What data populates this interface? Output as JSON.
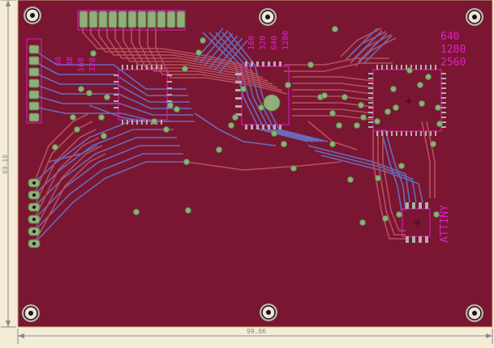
{
  "colors": {
    "background": "#f4ecd6",
    "board": "#7a1532",
    "board_edge": "#c8b27a",
    "top_copper": "#b8505a",
    "bottom_copper": "#6a6cb8",
    "pad": "#8fb07a",
    "silkscreen": "#e020c8",
    "dimension": "#8a8a8a",
    "hole": "#2a0a12"
  },
  "dimensions": {
    "width_label": "99.06",
    "height_label": "69.10"
  },
  "labels": {
    "resolution_top": [
      "640",
      "1280",
      "2560"
    ],
    "resolution_left": [
      "48",
      "88",
      "168",
      "328"
    ],
    "resolution_mid": [
      "160",
      "320",
      "640",
      "1280"
    ],
    "attiny": "ATTINY"
  }
}
